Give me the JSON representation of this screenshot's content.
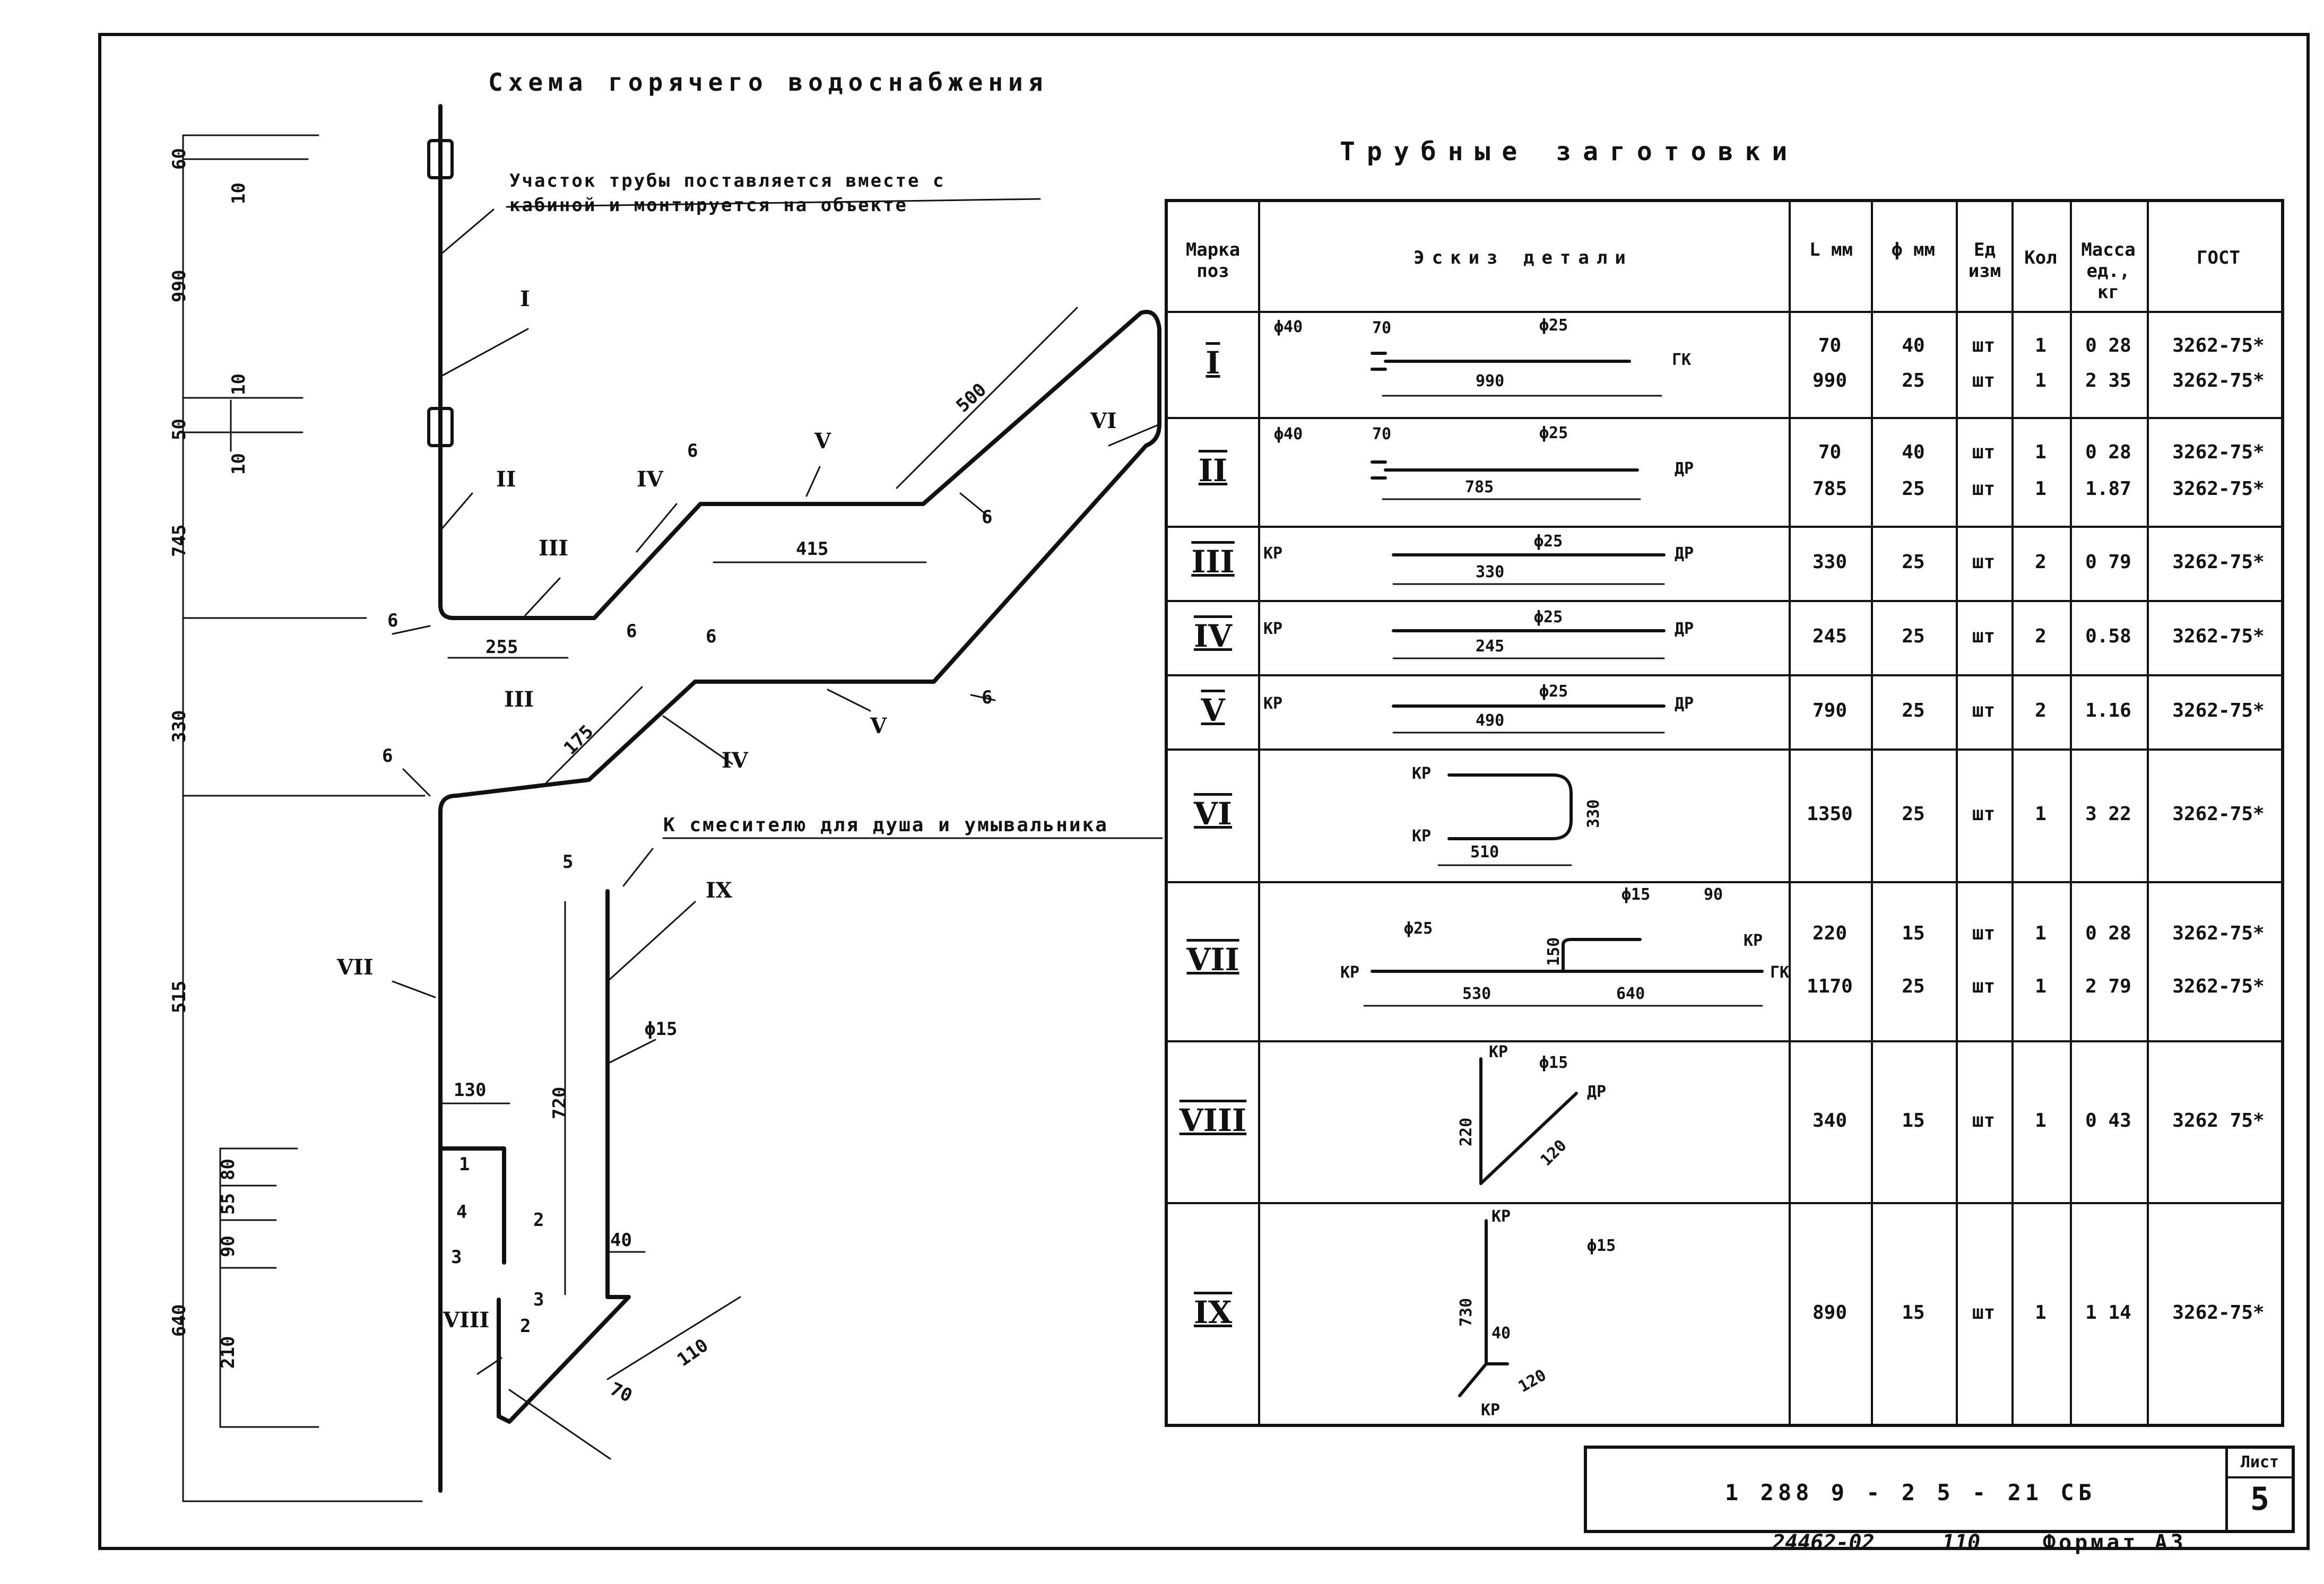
{
  "scheme": {
    "title": "Схема горячего водоснабжения",
    "note_line1": "Участок трубы поставляется вместе с",
    "note_line2": "кабиной и монтируется на объекте",
    "mixer_label": "К смесителю для душа и умывальника",
    "left_dims": [
      "60",
      "10",
      "990",
      "10",
      "50",
      "10",
      "745",
      "330",
      "515",
      "80",
      "55",
      "90",
      "210",
      "640"
    ],
    "dims": {
      "d255": "255",
      "d415": "415",
      "d500": "500",
      "d175": "175",
      "d720": "720",
      "d130": "130",
      "d40": "40",
      "d110": "110",
      "d70": "70",
      "phi15": "ϕ15"
    },
    "labels": {
      "I": "I",
      "II": "II",
      "III_a": "III",
      "IV_a": "IV",
      "V_a": "V",
      "VI": "VI",
      "III_b": "III",
      "IV_b": "IV",
      "V_b": "V",
      "VII": "VII",
      "VIII": "VIII",
      "IX": "IX",
      "six": "6",
      "one": "1",
      "two": "2",
      "three": "3",
      "four": "4",
      "five": "5"
    }
  },
  "table": {
    "title": "Трубные заготовки",
    "headers": {
      "mark": "Марка поз",
      "sketch": "Эскиз детали",
      "length": "L мм",
      "diam": "ϕ мм",
      "unit": "Ед изм",
      "qty": "Кол",
      "mass": "Масса ед., кг",
      "gost": "ГОСТ"
    },
    "rows": [
      {
        "mark": "I",
        "lines": [
          {
            "L": "70",
            "d": "40",
            "u": "шт",
            "q": "1",
            "m": "0 28",
            "g": "3262-75*"
          },
          {
            "L": "990",
            "d": "25",
            "u": "шт",
            "q": "1",
            "m": "2 35",
            "g": "3262-75*"
          }
        ],
        "sketch": {
          "a": "ϕ40",
          "b": "70",
          "c": "ϕ25",
          "d": "990",
          "e": "ГК"
        }
      },
      {
        "mark": "II",
        "lines": [
          {
            "L": "70",
            "d": "40",
            "u": "шт",
            "q": "1",
            "m": "0 28",
            "g": "3262-75*"
          },
          {
            "L": "785",
            "d": "25",
            "u": "шт",
            "q": "1",
            "m": "1.87",
            "g": "3262-75*"
          }
        ],
        "sketch": {
          "a": "ϕ40",
          "b": "70",
          "c": "ϕ25",
          "d": "785",
          "e": "ДР"
        }
      },
      {
        "mark": "III",
        "lines": [
          {
            "L": "330",
            "d": "25",
            "u": "шт",
            "q": "2",
            "m": "0 79",
            "g": "3262-75*"
          }
        ],
        "sketch": {
          "a": "КР",
          "c": "ϕ25",
          "d": "330",
          "e": "ДР"
        }
      },
      {
        "mark": "IV",
        "lines": [
          {
            "L": "245",
            "d": "25",
            "u": "шт",
            "q": "2",
            "m": "0.58",
            "g": "3262-75*"
          }
        ],
        "sketch": {
          "a": "КР",
          "c": "ϕ25",
          "d": "245",
          "e": "ДР"
        }
      },
      {
        "mark": "V",
        "lines": [
          {
            "L": "790",
            "d": "25",
            "u": "шт",
            "q": "2",
            "m": "1.16",
            "g": "3262-75*"
          }
        ],
        "sketch": {
          "a": "КР",
          "c": "ϕ25",
          "d": "490",
          "e": "ДР"
        }
      },
      {
        "mark": "VI",
        "lines": [
          {
            "L": "1350",
            "d": "25",
            "u": "шт",
            "q": "1",
            "m": "3 22",
            "g": "3262-75*"
          }
        ],
        "sketch": {
          "a": "КР",
          "b": "КР",
          "c": "510",
          "d": "330"
        }
      },
      {
        "mark": "VII",
        "lines": [
          {
            "L": "220",
            "d": "15",
            "u": "шт",
            "q": "1",
            "m": "0 28",
            "g": "3262-75*"
          },
          {
            "L": "1170",
            "d": "25",
            "u": "шт",
            "q": "1",
            "m": "2 79",
            "g": "3262-75*"
          }
        ],
        "sketch": {
          "a": "ϕ15",
          "b": "90",
          "c": "ϕ25",
          "d": "150",
          "e": "КР",
          "f": "КР",
          "g": "ГК",
          "h": "530",
          "i": "640"
        }
      },
      {
        "mark": "VIII",
        "lines": [
          {
            "L": "340",
            "d": "15",
            "u": "шт",
            "q": "1",
            "m": "0 43",
            "g": "3262 75*"
          }
        ],
        "sketch": {
          "a": "КР",
          "b": "ϕ15",
          "c": "ДР",
          "d": "220",
          "e": "120"
        }
      },
      {
        "mark": "IX",
        "lines": [
          {
            "L": "890",
            "d": "15",
            "u": "шт",
            "q": "1",
            "m": "1 14",
            "g": "3262-75*"
          }
        ],
        "sketch": {
          "a": "КР",
          "b": "ϕ15",
          "c": "730",
          "d": "40",
          "e": "120",
          "f": "КР"
        }
      }
    ]
  },
  "stamp": {
    "code": "1 288 9 - 2 5 - 21 СБ",
    "sheet_label": "Лист",
    "sheet_no": "5"
  },
  "footer": {
    "inv": "24462-02",
    "num": "110",
    "format": "Формат А3"
  }
}
